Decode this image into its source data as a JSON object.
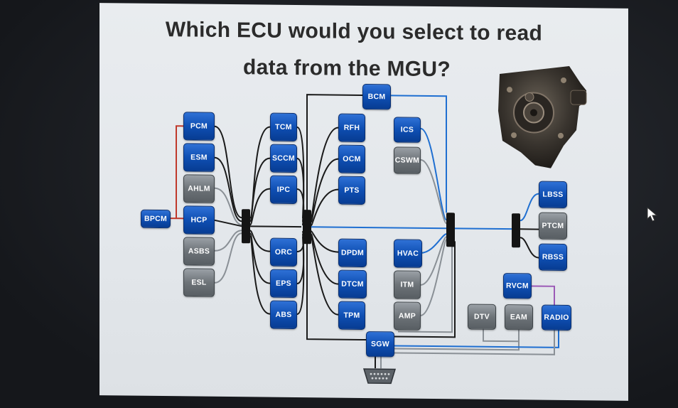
{
  "slide": {
    "title_line1": "Which ECU would you select to read",
    "title_line2": "data from the MGU?"
  },
  "ecus": {
    "bcm": "BCM",
    "pcm": "PCM",
    "esm": "ESM",
    "ahlm": "AHLM",
    "hcp": "HCP",
    "asbs": "ASBS",
    "esl": "ESL",
    "bpcm": "BPCM",
    "tcm": "TCM",
    "sccm": "SCCM",
    "ipc": "IPC",
    "orc": "ORC",
    "eps": "EPS",
    "abs": "ABS",
    "rfh": "RFH",
    "ocm": "OCM",
    "pts": "PTS",
    "dpdm": "DPDM",
    "dtcm": "DTCM",
    "tpm": "TPM",
    "ics": "ICS",
    "cswm": "CSWM",
    "hvac": "HVAC",
    "itm": "ITM",
    "amp": "AMP",
    "sgw": "SGW",
    "dtv": "DTV",
    "eam": "EAM",
    "radio": "RADIO",
    "rvcm": "RVCM",
    "lbss": "LBSS",
    "ptcm": "PTCM",
    "rbss": "RBSS"
  },
  "colors": {
    "ecu_blue": "#0f4fb3",
    "ecu_gray": "#6d7378",
    "wire_black": "#1a1a1a",
    "wire_gray": "#8a9096",
    "wire_blue": "#1f6fd1",
    "wire_red": "#c0392b",
    "wire_purple": "#9b59b6",
    "slide_bg": "#e6e9ec"
  },
  "icons": {
    "motor": "mgu-motor-photo-icon",
    "obd": "obd-port-icon",
    "cursor": "mouse-pointer-icon"
  }
}
